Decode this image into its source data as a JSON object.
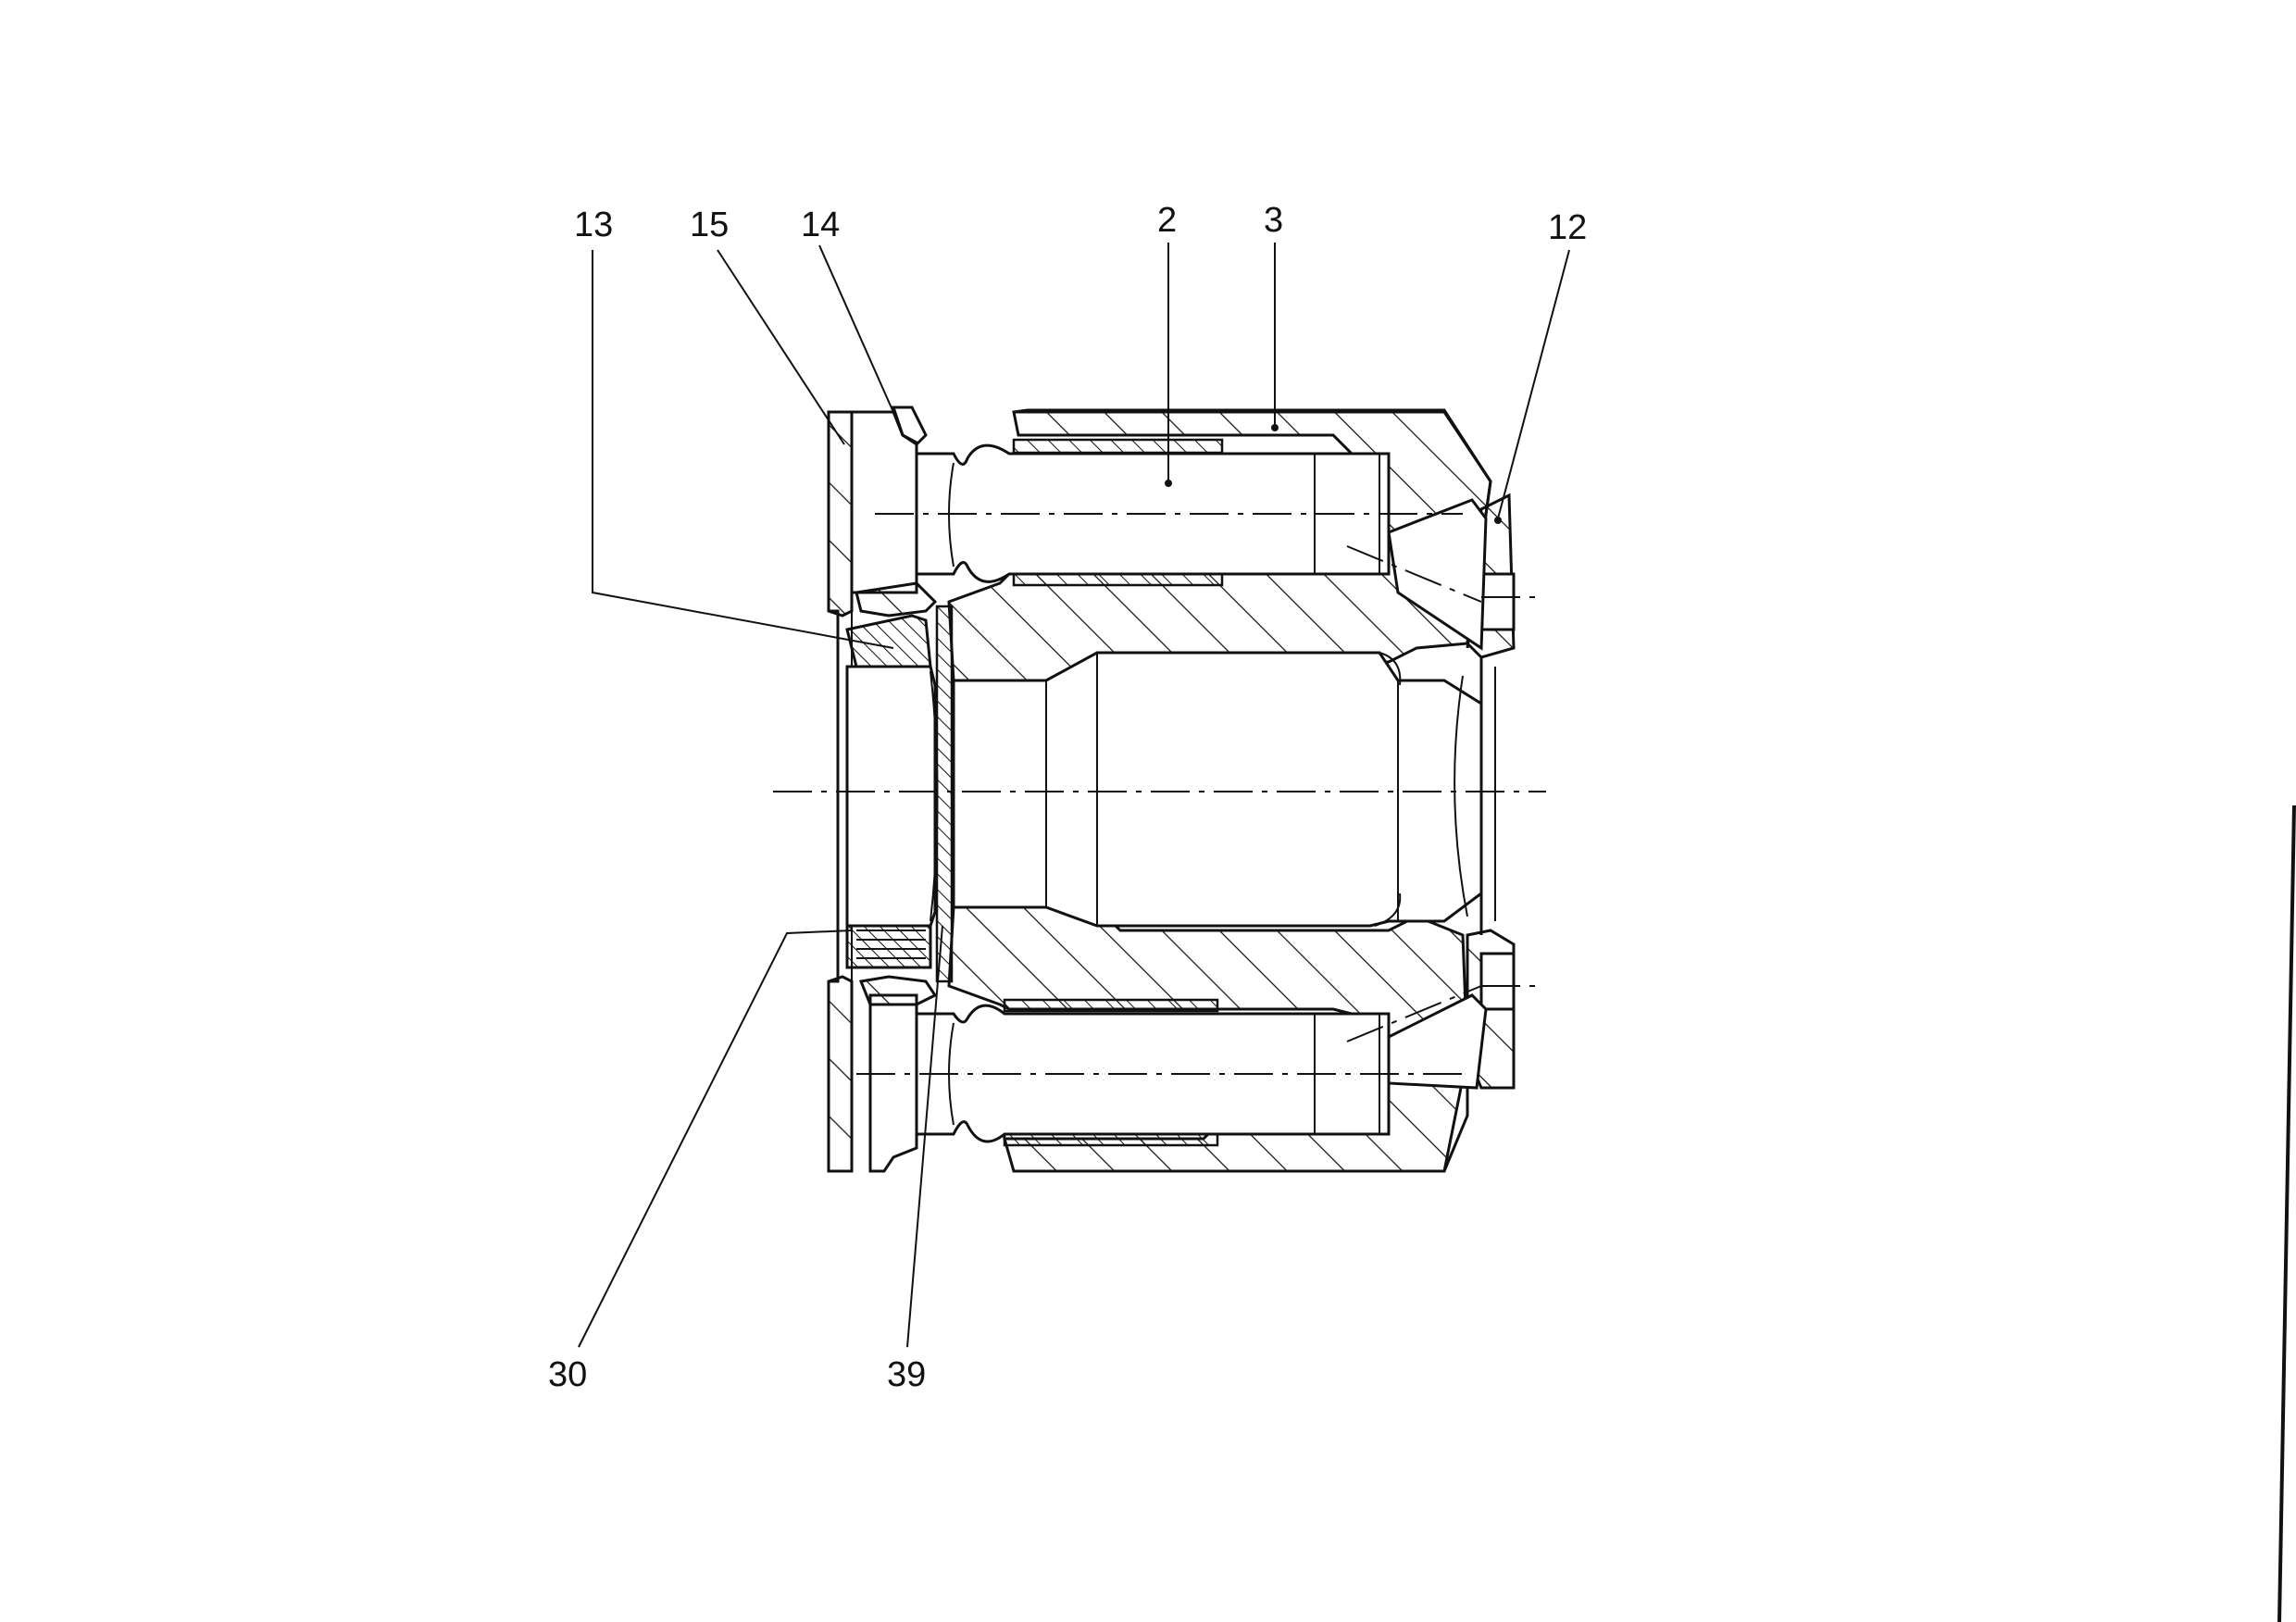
{
  "callouts": {
    "c13": "13",
    "c15": "15",
    "c14": "14",
    "c2": "2",
    "c3": "3",
    "c12": "12",
    "c30": "30",
    "c39": "39"
  }
}
